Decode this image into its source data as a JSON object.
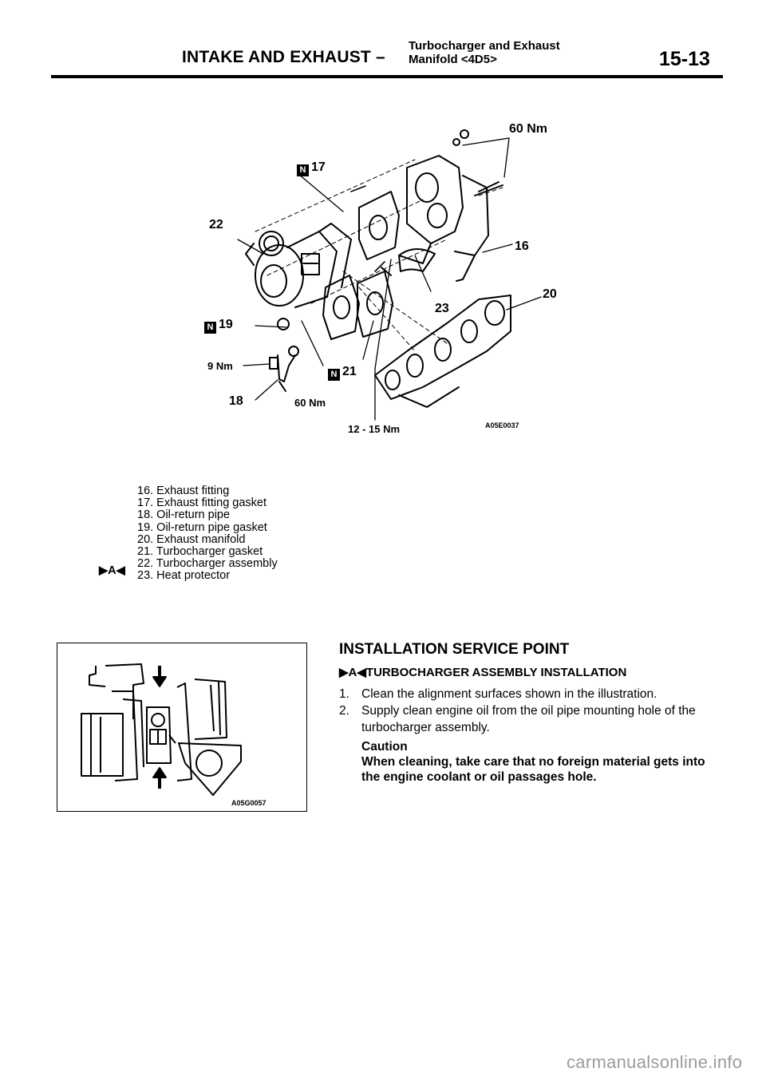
{
  "header": {
    "section": "INTAKE AND EXHAUST –",
    "subtitle_line1": "Turbocharger and Exhaust",
    "subtitle_line2": "Manifold <4D5>",
    "page_number": "15-13"
  },
  "diagram": {
    "code": "A05E0037",
    "torque_top": "60 Nm",
    "torque_9": "9 Nm",
    "torque_60_bottom": "60 Nm",
    "torque_12_15": "12 - 15 Nm",
    "callouts": [
      "16",
      "17",
      "18",
      "19",
      "20",
      "21",
      "22",
      "23"
    ],
    "new_part_mark": "N"
  },
  "parts_list": {
    "marker": "▶A◀",
    "items": [
      "16. Exhaust fitting",
      "17. Exhaust fitting gasket",
      "18. Oil-return pipe",
      "19. Oil-return pipe gasket",
      "20. Exhaust manifold",
      "21. Turbocharger gasket",
      "22. Turbocharger assembly",
      "23. Heat protector"
    ]
  },
  "sub_diagram": {
    "code": "A05G0057"
  },
  "installation": {
    "title": "INSTALLATION SERVICE POINT",
    "subtitle": "▶A◀TURBOCHARGER ASSEMBLY INSTALLATION",
    "steps": [
      {
        "num": "1.",
        "text": "Clean the alignment surfaces shown in the illustration."
      },
      {
        "num": "2.",
        "text": "Supply clean engine oil from the oil pipe mounting hole of the turbocharger assembly."
      }
    ],
    "caution_label": "Caution",
    "caution_text": "When cleaning, take care that no foreign material gets into the engine coolant or oil passages hole."
  },
  "footer": {
    "watermark": "carmanualsonline.info"
  }
}
